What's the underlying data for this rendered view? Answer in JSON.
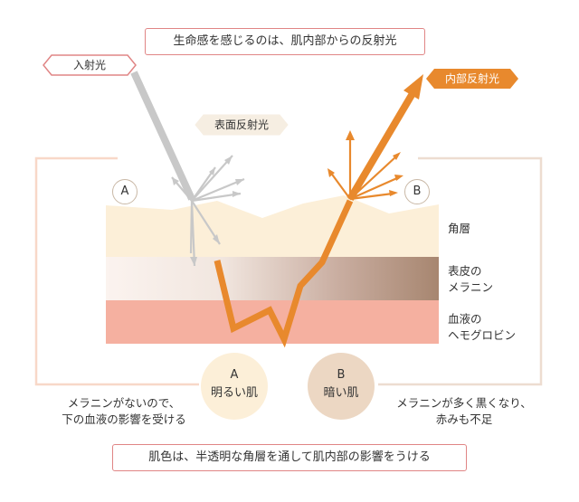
{
  "title": "生命感を感じるのは、肌内部からの反射光",
  "incident_light": "入射光",
  "surface_reflection": "表面反射光",
  "internal_reflection": "内部反射光",
  "point_a": "A",
  "point_b": "B",
  "layers": {
    "stratum_corneum": "角層",
    "melanin_line1": "表皮の",
    "melanin_line2": "メラニン",
    "hemoglobin_line1": "血液の",
    "hemoglobin_line2": "ヘモグロビン"
  },
  "skin_a": {
    "letter": "A",
    "label": "明るい肌"
  },
  "skin_b": {
    "letter": "B",
    "label": "暗い肌"
  },
  "note_a_line1": "メラニンがないので、",
  "note_a_line2": "下の血液の影響を受ける",
  "note_b_line1": "メラニンが多く黒くなり、",
  "note_b_line2": "赤みも不足",
  "footer": "肌色は、半透明な角層を通して肌内部の影響をうける",
  "colors": {
    "orange": "#e8892d",
    "gray_arrow": "#c8c8c8",
    "pink_border": "#e08585",
    "stratum": "#fcefd8",
    "hemoglobin": "#f5b0a0",
    "melanin_dark": "#a78670",
    "bracket": "#f8d8c8"
  }
}
